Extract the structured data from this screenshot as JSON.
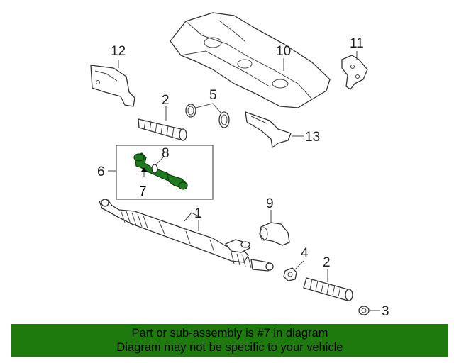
{
  "callouts": {
    "c1": "1",
    "c2a": "2",
    "c2b": "2",
    "c3": "3",
    "c4": "4",
    "c5": "5",
    "c6": "6",
    "c7": "7",
    "c8": "8",
    "c9": "9",
    "c10": "10",
    "c11": "11",
    "c12": "12",
    "c13": "13"
  },
  "highlight": {
    "part_number": "7",
    "color": "#1f7a1f"
  },
  "banner": {
    "line1": "Part or sub-assembly is #7 in diagram",
    "line2": "Diagram may not be specific to your vehicle",
    "color": "#1e7a0c"
  }
}
